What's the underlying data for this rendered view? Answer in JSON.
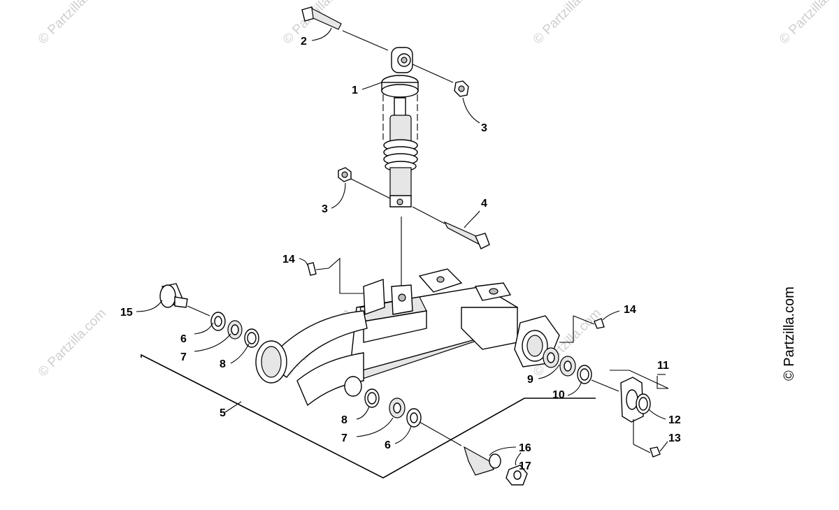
{
  "watermark": {
    "text": "© Partzilla.com",
    "color": "#cfcfcf"
  },
  "copyright": {
    "text": "© Partzilla.com"
  },
  "callouts": [
    "1",
    "2",
    "3",
    "3",
    "4",
    "5",
    "6",
    "7",
    "8",
    "8",
    "7",
    "6",
    "9",
    "10",
    "11",
    "12",
    "13",
    "14",
    "14",
    "15",
    "16",
    "17"
  ]
}
